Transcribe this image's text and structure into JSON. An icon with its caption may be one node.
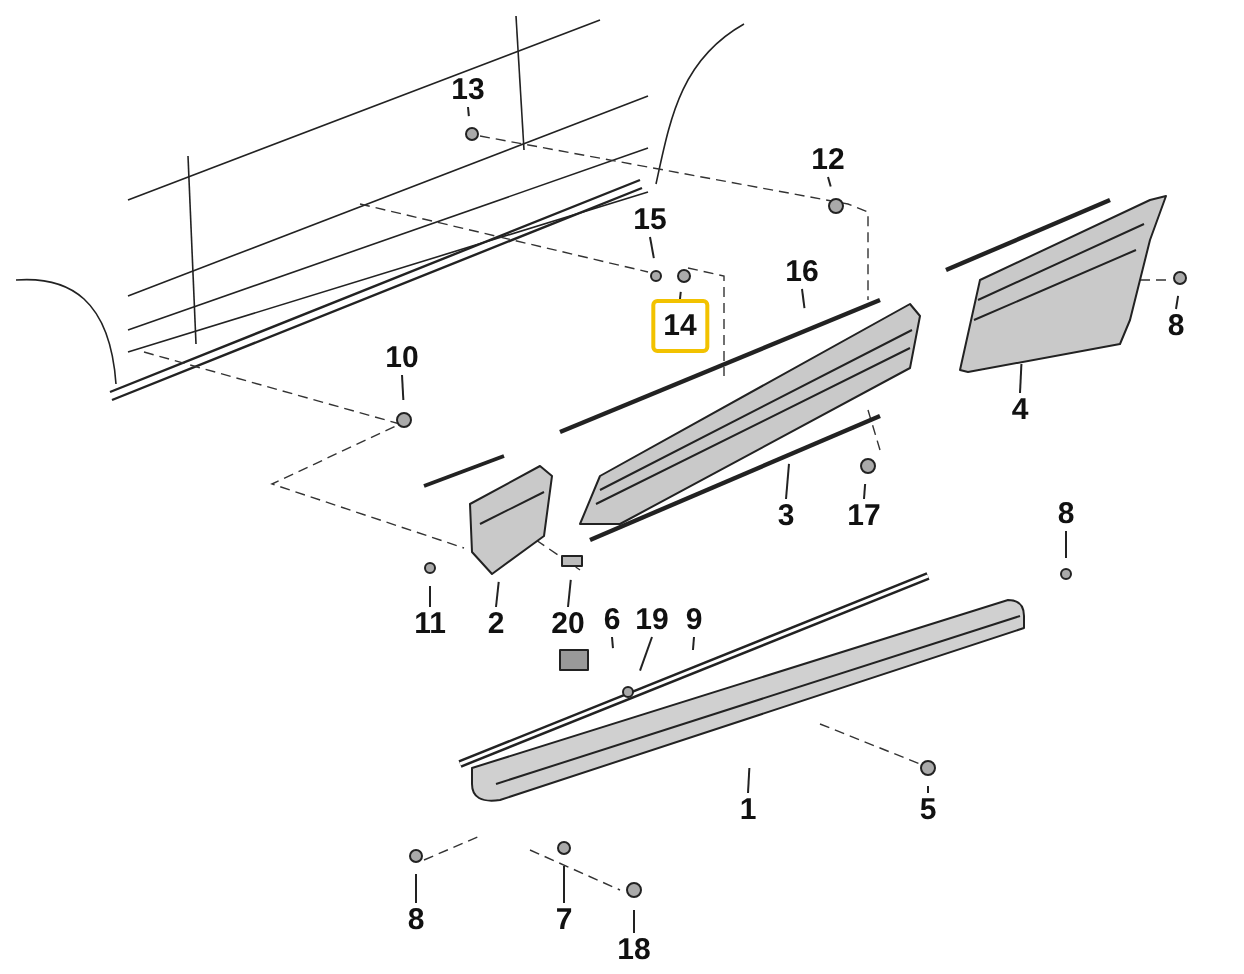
{
  "diagram": {
    "nodes": [
      {
        "text": [
          "13"
        ]
      },
      {
        "text": [
          "12"
        ]
      },
      {
        "text": [
          "15"
        ]
      },
      {
        "text": [
          "16"
        ]
      },
      {
        "text": [
          "14"
        ]
      },
      {
        "text": [
          "8"
        ]
      },
      {
        "text": [
          "10"
        ]
      },
      {
        "text": [
          "4"
        ]
      },
      {
        "text": [
          "3"
        ]
      },
      {
        "text": [
          "17"
        ]
      },
      {
        "text": [
          "8"
        ]
      },
      {
        "text": [
          "11"
        ]
      },
      {
        "text": [
          "2"
        ]
      },
      {
        "text": [
          "20"
        ]
      },
      {
        "text": [
          "6"
        ]
      },
      {
        "text": [
          "19"
        ]
      },
      {
        "text": [
          "9"
        ]
      },
      {
        "text": [
          "1"
        ]
      },
      {
        "text": [
          "5"
        ]
      },
      {
        "text": [
          "8"
        ]
      },
      {
        "text": [
          "7"
        ]
      },
      {
        "text": [
          "18"
        ]
      }
    ],
    "edges": [
      {
        "from": 0,
        "to": null,
        "arrow": "none"
      },
      {
        "from": 1,
        "to": null,
        "arrow": "none"
      },
      {
        "from": 2,
        "to": null,
        "arrow": "none"
      },
      {
        "from": 3,
        "to": null,
        "arrow": "none"
      },
      {
        "from": 4,
        "to": null,
        "arrow": "none"
      },
      {
        "from": 5,
        "to": null,
        "arrow": "none"
      },
      {
        "from": 6,
        "to": null,
        "arrow": "none"
      },
      {
        "from": 7,
        "to": null,
        "arrow": "none"
      },
      {
        "from": 8,
        "to": null,
        "arrow": "none"
      },
      {
        "from": 9,
        "to": null,
        "arrow": "none"
      },
      {
        "from": 10,
        "to": null,
        "arrow": "none"
      },
      {
        "from": 11,
        "to": null,
        "arrow": "none"
      },
      {
        "from": 12,
        "to": null,
        "arrow": "none"
      },
      {
        "from": 13,
        "to": null,
        "arrow": "none"
      },
      {
        "from": 14,
        "to": null,
        "arrow": "none"
      },
      {
        "from": 15,
        "to": null,
        "arrow": "none"
      },
      {
        "from": 16,
        "to": null,
        "arrow": "none"
      },
      {
        "from": 17,
        "to": null,
        "arrow": "none"
      },
      {
        "from": 18,
        "to": null,
        "arrow": "none"
      },
      {
        "from": 19,
        "to": null,
        "arrow": "none"
      },
      {
        "from": 20,
        "to": null,
        "arrow": "none"
      },
      {
        "from": 21,
        "to": null,
        "arrow": "none"
      }
    ]
  }
}
